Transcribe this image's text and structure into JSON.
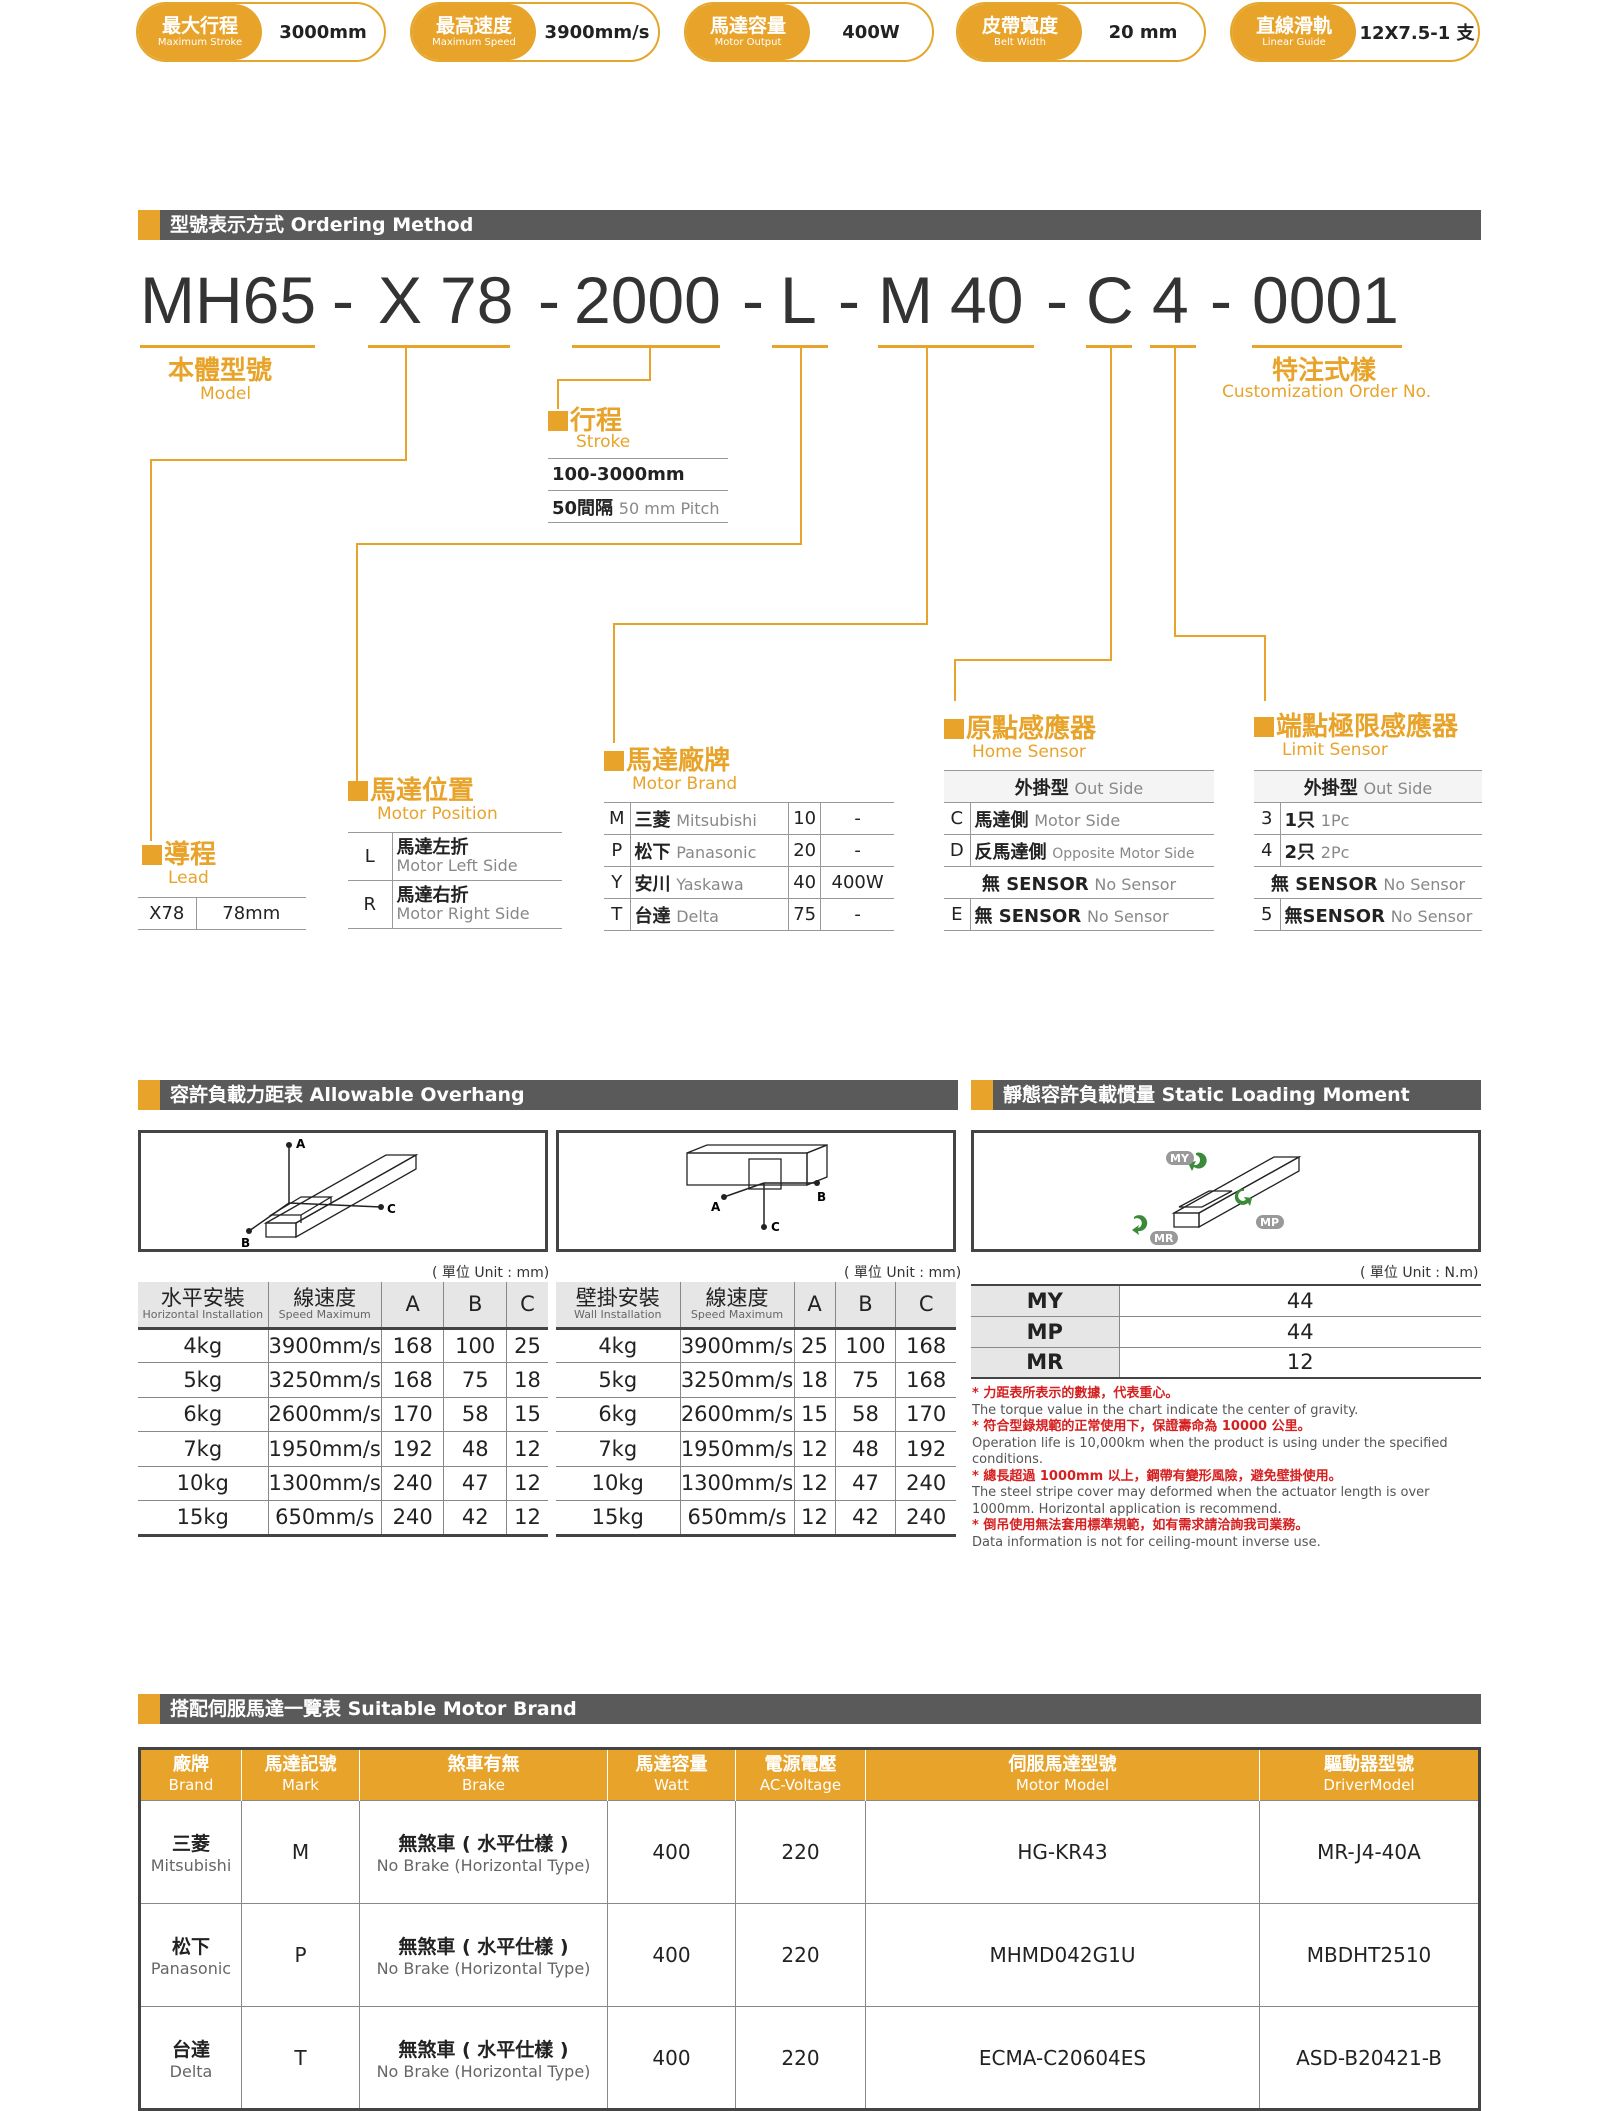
{
  "specs": [
    {
      "zh": "最大行程",
      "en": "Maximum Stroke",
      "value": "3000mm"
    },
    {
      "zh": "最高速度",
      "en": "Maximum Speed",
      "value": "3900mm/s"
    },
    {
      "zh": "馬達容量",
      "en": "Motor Output",
      "value": "400W"
    },
    {
      "zh": "皮帶寬度",
      "en": "Belt Width",
      "value": "20  mm"
    },
    {
      "zh": "直線滑軌",
      "en": "Linear Guide",
      "value": "12X7.5-1 支"
    }
  ],
  "ordering": {
    "title": "型號表示方式 Ordering Method",
    "code": [
      "MH65",
      "-",
      "X",
      "78",
      "-",
      "2000",
      "-",
      "L",
      "-",
      "M",
      "40",
      "-",
      "C",
      "4",
      "-",
      "0001"
    ],
    "model": {
      "zh": "本體型號",
      "en": "Model"
    },
    "custom": {
      "zh": "特注式樣",
      "en": "Customization Order No."
    },
    "stroke": {
      "zh": "行程",
      "en": "Stroke",
      "range": "100-3000mm",
      "pitch_zh": "50間隔",
      "pitch_en": "50 mm Pitch"
    },
    "lead": {
      "zh": "導程",
      "en": "Lead",
      "code": "X78",
      "value": "78mm"
    },
    "position": {
      "zh": "馬達位置",
      "en": "Motor Position",
      "rows": [
        {
          "code": "L",
          "zh": "馬達左折",
          "en": "Motor Left Side"
        },
        {
          "code": "R",
          "zh": "馬達右折",
          "en": "Motor Right Side"
        }
      ]
    },
    "brand": {
      "zh": "馬達廠牌",
      "en": "Motor Brand",
      "rows": [
        {
          "code": "M",
          "zh": "三菱",
          "en": "Mitsubishi",
          "num": "10",
          "w": "-"
        },
        {
          "code": "P",
          "zh": "松下",
          "en": "Panasonic",
          "num": "20",
          "w": "-"
        },
        {
          "code": "Y",
          "zh": "安川",
          "en": "Yaskawa",
          "num": "40",
          "w": "400W"
        },
        {
          "code": "T",
          "zh": "台達",
          "en": "Delta",
          "num": "75",
          "w": "-"
        }
      ]
    },
    "home": {
      "zh": "原點感應器",
      "en": "Home Sensor",
      "head_zh": "外掛型",
      "head_en": "Out Side",
      "rows": [
        {
          "code": "C",
          "zh": "馬達側",
          "en": "Motor Side"
        },
        {
          "code": "D",
          "zh": "反馬達側",
          "en": "Opposite Motor Side"
        },
        {
          "code": "",
          "zh": "無 SENSOR",
          "en": "No Sensor"
        },
        {
          "code": "E",
          "zh": "無 SENSOR",
          "en": "No Sensor"
        }
      ]
    },
    "limit": {
      "zh": "端點極限感應器",
      "en": "Limit Sensor",
      "head_zh": "外掛型",
      "head_en": "Out Side",
      "rows": [
        {
          "code": "3",
          "zh": "1只",
          "en": "1Pc"
        },
        {
          "code": "4",
          "zh": "2只",
          "en": "2Pc"
        },
        {
          "code": "",
          "zh": "無 SENSOR",
          "en": "No Sensor"
        },
        {
          "code": "5",
          "zh": "無SENSOR",
          "en": "No Sensor"
        }
      ]
    }
  },
  "overhang": {
    "title": "容許負載力距表 Allowable Overhang",
    "unit": "( 單位 Unit : mm)",
    "labels": {
      "a": "A",
      "b": "B",
      "c": "C"
    },
    "horizontal": {
      "h_zh": "水平安裝",
      "h_en": "Horizontal Installation",
      "s_zh": "線速度",
      "s_en": "Speed Maximum",
      "rows": [
        [
          "4kg",
          "3900mm/s",
          "168",
          "100",
          "25"
        ],
        [
          "5kg",
          "3250mm/s",
          "168",
          "75",
          "18"
        ],
        [
          "6kg",
          "2600mm/s",
          "170",
          "58",
          "15"
        ],
        [
          "7kg",
          "1950mm/s",
          "192",
          "48",
          "12"
        ],
        [
          "10kg",
          "1300mm/s",
          "240",
          "47",
          "12"
        ],
        [
          "15kg",
          "650mm/s",
          "240",
          "42",
          "12"
        ]
      ]
    },
    "wall": {
      "h_zh": "壁掛安裝",
      "h_en": "Wall Installation",
      "s_zh": "線速度",
      "s_en": "Speed Maximum",
      "rows": [
        [
          "4kg",
          "3900mm/s",
          "25",
          "100",
          "168"
        ],
        [
          "5kg",
          "3250mm/s",
          "18",
          "75",
          "168"
        ],
        [
          "6kg",
          "2600mm/s",
          "15",
          "58",
          "170"
        ],
        [
          "7kg",
          "1950mm/s",
          "12",
          "48",
          "192"
        ],
        [
          "10kg",
          "1300mm/s",
          "12",
          "47",
          "240"
        ],
        [
          "15kg",
          "650mm/s",
          "12",
          "42",
          "240"
        ]
      ]
    }
  },
  "moment": {
    "title": "靜態容許負載慣量 Static Loading Moment",
    "unit": "( 單位 Unit : N.m)",
    "labels": {
      "my": "MY",
      "mp": "MP",
      "mr": "MR"
    },
    "rows": [
      {
        "k": "MY",
        "v": "44"
      },
      {
        "k": "MP",
        "v": "44"
      },
      {
        "k": "MR",
        "v": "12"
      }
    ],
    "notes": [
      {
        "zh": "* 力距表所表示的數據，代表重心。",
        "en": "The torque value in the chart indicate the center of gravity."
      },
      {
        "zh": "* 符合型錄規範的正常使用下，保證壽命為 10000 公里。",
        "en": "Operation life is 10,000km when the product is using under the specified conditions."
      },
      {
        "zh": "* 總長超過 1000mm 以上，鋼帶有變形風險，避免壁掛使用。",
        "en": "The steel stripe cover may deformed when the actuator length is over 1000mm. Horizontal application is recommend."
      },
      {
        "zh": "* 倒吊使用無法套用標準規範，如有需求請洽詢我司業務。",
        "en": "Data information is not for ceiling-mount inverse use."
      }
    ]
  },
  "motors": {
    "title": "搭配伺服馬達一覽表 Suitable Motor Brand",
    "headers": [
      {
        "zh": "廠牌",
        "en": "Brand"
      },
      {
        "zh": "馬達記號",
        "en": "Mark"
      },
      {
        "zh": "煞車有無",
        "en": "Brake"
      },
      {
        "zh": "馬達容量",
        "en": "Watt"
      },
      {
        "zh": "電源電壓",
        "en": "AC-Voltage"
      },
      {
        "zh": "伺服馬達型號",
        "en": "Motor Model"
      },
      {
        "zh": "驅動器型號",
        "en": "DriverModel"
      }
    ],
    "rows": [
      {
        "zh": "三菱",
        "en": "Mitsubishi",
        "mark": "M",
        "brake_zh": "無煞車 ( 水平仕樣 )",
        "brake_en": "No Brake (Horizontal Type)",
        "watt": "400",
        "volt": "220",
        "model": "HG-KR43",
        "driver": "MR-J4-40A"
      },
      {
        "zh": "松下",
        "en": "Panasonic",
        "mark": "P",
        "brake_zh": "無煞車 ( 水平仕樣 )",
        "brake_en": "No Brake (Horizontal Type)",
        "watt": "400",
        "volt": "220",
        "model": "MHMD042G1U",
        "driver": "MBDHT2510"
      },
      {
        "zh": "台達",
        "en": "Delta",
        "mark": "T",
        "brake_zh": "無煞車 ( 水平仕樣 )",
        "brake_en": "No Brake (Horizontal Type)",
        "watt": "400",
        "volt": "220",
        "model": "ECMA-C20604ES",
        "driver": "ASD-B20421-B"
      }
    ]
  }
}
